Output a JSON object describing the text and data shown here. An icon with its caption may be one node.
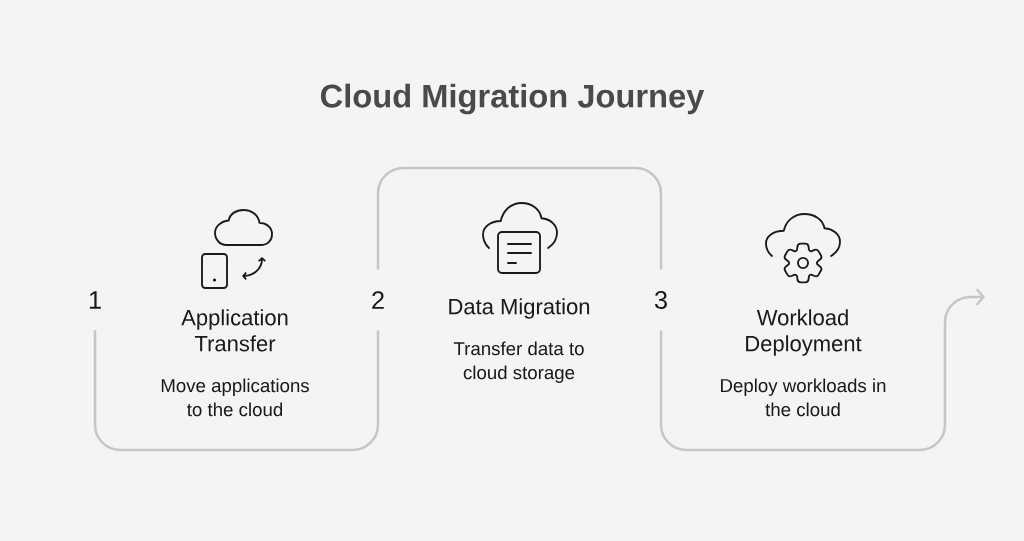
{
  "diagram": {
    "title": "Cloud Migration Journey",
    "nodes": [
      {
        "text": [
          "1"
        ]
      },
      {
        "text": [
          "Application Transfer",
          "Move applications to the cloud"
        ]
      },
      {
        "text": [
          "2"
        ]
      },
      {
        "text": [
          "Data Migration",
          "Transfer data to cloud storage"
        ]
      },
      {
        "text": [
          "3"
        ]
      },
      {
        "text": [
          "Workload Deployment",
          "Deploy workloads in the cloud"
        ]
      }
    ],
    "edges": [
      {
        "from": 0,
        "to": 2,
        "arrow": "none"
      },
      {
        "from": 2,
        "to": 4,
        "arrow": "none"
      },
      {
        "from": 4,
        "to": null,
        "arrow": "to"
      }
    ]
  }
}
